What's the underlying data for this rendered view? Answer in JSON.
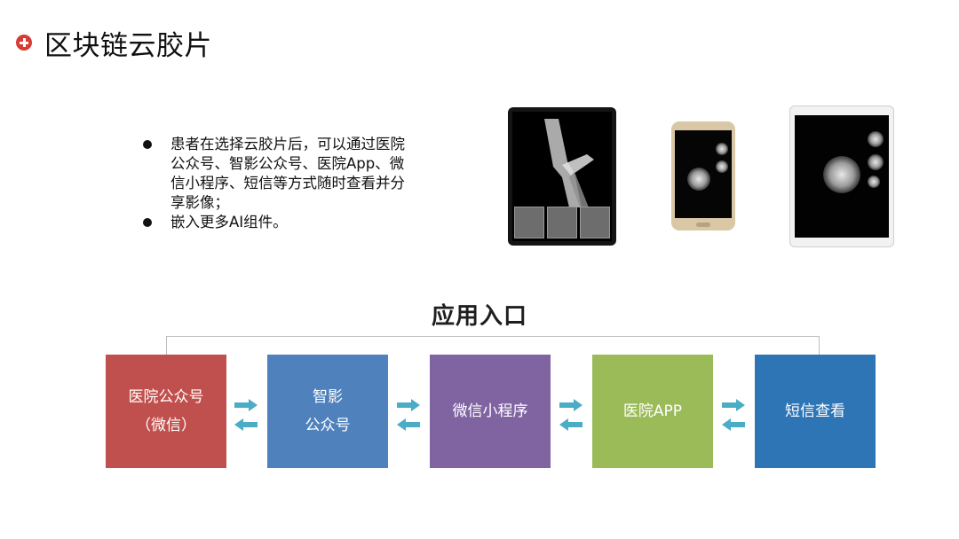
{
  "header": {
    "icon": "plus-circle-icon",
    "title": "区块链云胶片"
  },
  "bullets": [
    "患者在选择云胶片后，可以通过医院公众号、智影公众号、医院App、微信小程序、短信等方式随时查看并分享影像；",
    "嵌入更多AI组件。"
  ],
  "devices": {
    "tablet_dark": "tablet-xray-screen",
    "phone": "phone-ct-viewer-screen",
    "tablet_white": "tablet-ct-viewer-screen"
  },
  "entry": {
    "title": "应用入口",
    "boxes": [
      {
        "line1": "医院公众号",
        "line2": "（微信）",
        "color": "#c0504d"
      },
      {
        "line1": "智影",
        "line2": "公众号",
        "color": "#4f81bd"
      },
      {
        "line1": "微信小程序",
        "line2": "",
        "color": "#8064a2"
      },
      {
        "line1": "医院APP",
        "line2": "",
        "color": "#9bbb59"
      },
      {
        "line1": "短信查看",
        "line2": "",
        "color": "#2e75b6"
      }
    ],
    "arrow_icon": "bidirectional-arrows-icon",
    "arrow_color": "#4bacc6"
  }
}
